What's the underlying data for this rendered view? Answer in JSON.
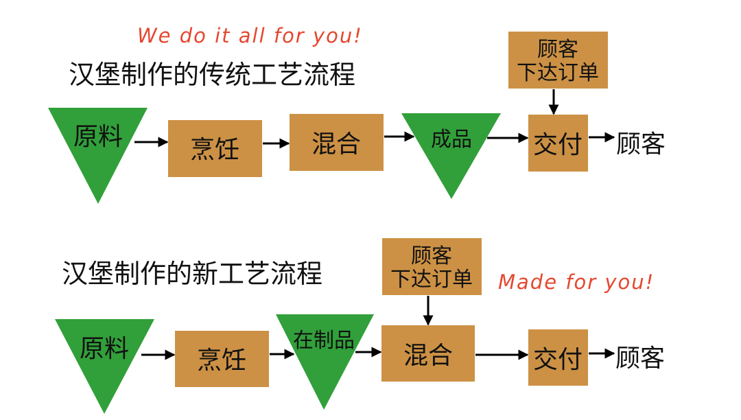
{
  "traditional": {
    "tagline": "We do it all for you!",
    "title": "汉堡制作的传统工艺流程",
    "order": [
      "顾客",
      "下达订单"
    ],
    "nodes": {
      "raw": "原料",
      "cook": "烹饪",
      "mix": "混合",
      "product": "成品",
      "deliver": "交付",
      "customer": "顾客"
    }
  },
  "new": {
    "tagline": "Made for you!",
    "title": "汉堡制作的新工艺流程",
    "order": [
      "顾客",
      "下达订单"
    ],
    "nodes": {
      "raw": "原料",
      "cook": "烹饪",
      "wip": "在制品",
      "mix": "混合",
      "deliver": "交付",
      "customer": "顾客"
    }
  },
  "colors": {
    "tagline": "#E5472F",
    "box": "#CC9145",
    "triangle": "#31A03A",
    "arrow": "#000000"
  }
}
